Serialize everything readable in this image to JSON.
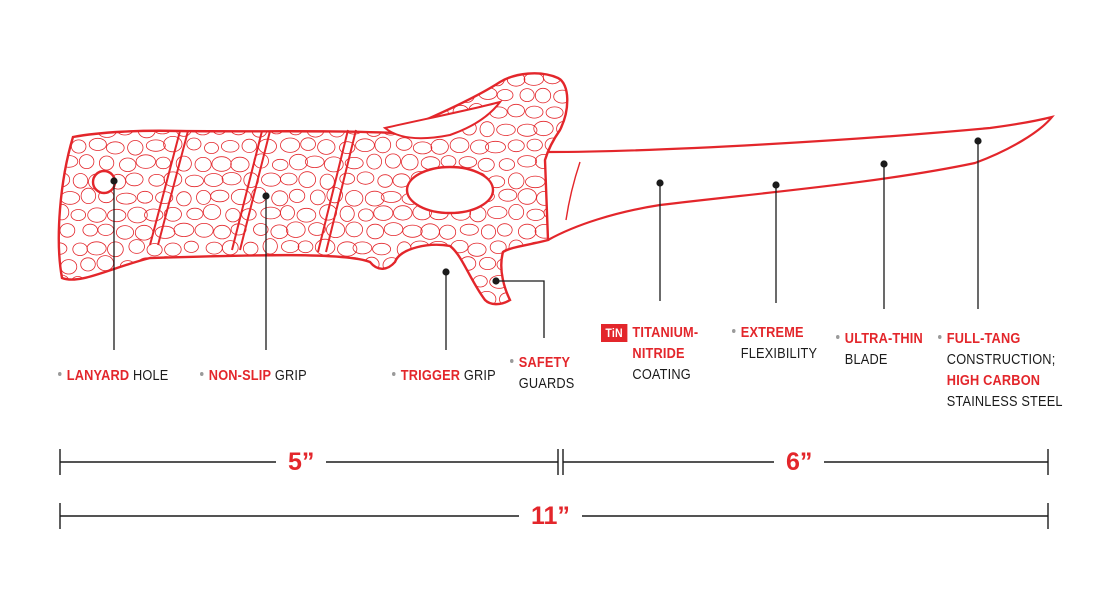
{
  "colors": {
    "accent": "#e3262b",
    "text": "#1b1b1b",
    "line": "#1b1b1b",
    "bullet": "#9a9a9a"
  },
  "callouts": {
    "lanyard": {
      "accent": "LANYARD",
      "rest": "HOLE"
    },
    "nonslip": {
      "accent": "NON-SLIP",
      "rest": "GRIP"
    },
    "trigger": {
      "accent": "TRIGGER",
      "rest": "GRIP"
    },
    "safety": {
      "accent": "SAFETY",
      "line2": "GUARDS"
    },
    "tin": {
      "badge": "TiN",
      "line1": "TITANIUM-",
      "line2": "NITRIDE",
      "line3": "COATING"
    },
    "extreme": {
      "accent": "EXTREME",
      "line2": "FLEXIBILITY"
    },
    "ultrathin": {
      "accent": "ULTRA-THIN",
      "line2": "BLADE"
    },
    "fulltang": {
      "accent": "FULL-TANG",
      "line2": "CONSTRUCTION;",
      "accent2": "HIGH CARBON",
      "line4": "STAINLESS STEEL"
    }
  },
  "dimensions": {
    "handle": "5”",
    "blade": "6”",
    "total": "11”"
  }
}
